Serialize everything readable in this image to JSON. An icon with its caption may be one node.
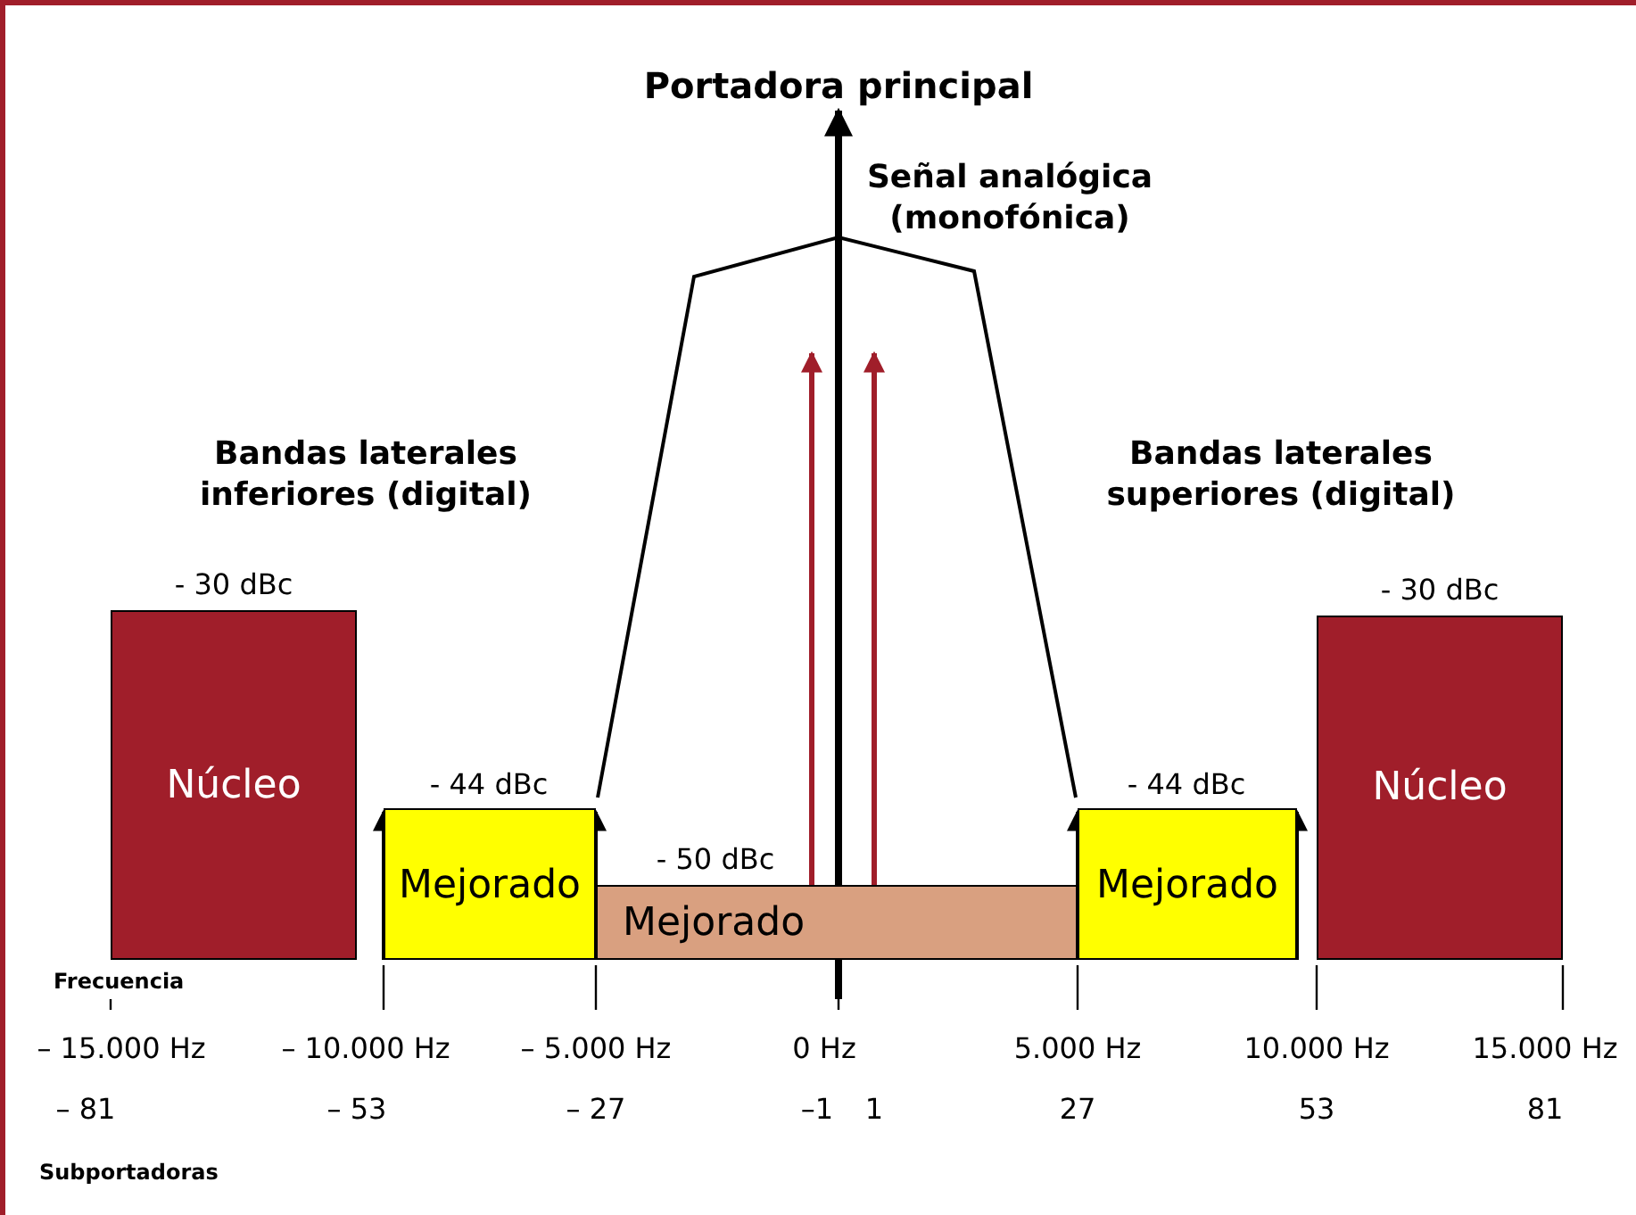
{
  "diagram": {
    "nodes": [
      {
        "text": [
          "Núcleo"
        ],
        "beside": [
          "- 30 dBc"
        ]
      },
      {
        "text": [
          "Mejorado"
        ],
        "beside": [
          "- 44 dBc"
        ]
      },
      {
        "text": [
          "Mejorado"
        ],
        "beside": [
          "- 50 dBc"
        ]
      },
      {
        "text": [
          "Mejorado"
        ],
        "beside": [
          "- 44 dBc"
        ]
      },
      {
        "text": [
          "Núcleo"
        ],
        "beside": [
          "- 30 dBc"
        ]
      }
    ],
    "labels": [
      "Portadora principal",
      "Señal analógica (monofónica)",
      "Bandas laterales inferiores (digital)",
      "Bandas laterales superiores (digital)",
      "Frecuencia",
      "– 15.000 Hz",
      "– 10.000 Hz",
      "– 5.000 Hz",
      "0 Hz",
      "5.000 Hz",
      "10.000 Hz",
      "15.000 Hz",
      "– 81",
      "– 53",
      "– 27",
      "–1",
      "1",
      "27",
      "53",
      "81",
      "Subportadoras"
    ]
  }
}
